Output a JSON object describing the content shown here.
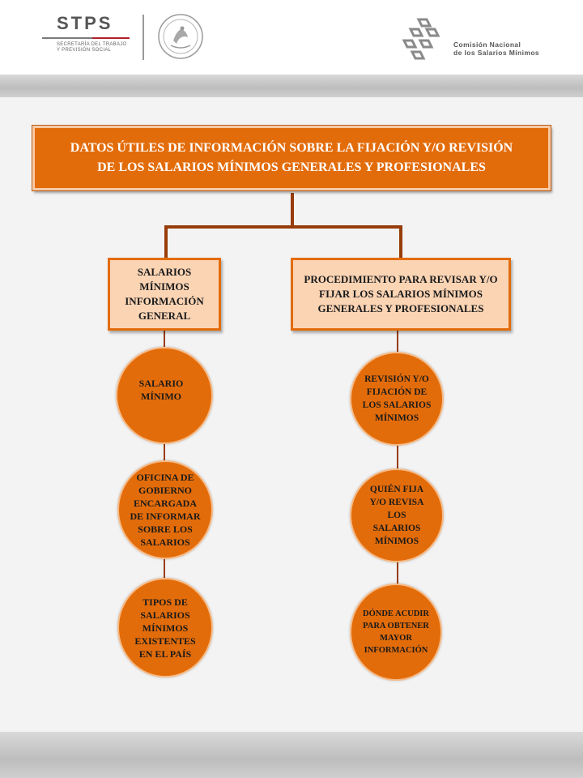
{
  "header": {
    "stps_title": "STPS",
    "stps_subtitle": "SECRETARÍA DEL TRABAJO\nY PREVISIÓN SOCIAL",
    "cnsm_name": "Comisión Nacional\nde los Salarios Mínimos"
  },
  "diagram": {
    "root": "DATOS ÚTILES DE INFORMACIÓN SOBRE LA FIJACIÓN Y/O REVISIÓN DE LOS SALARIOS MÍNIMOS GENERALES Y PROFESIONALES",
    "left_branch": {
      "title": "SALARIOS MÍNIMOS INFORMACIÓN GENERAL",
      "items": [
        "SALARIO MÍNIMO",
        "OFICINA DE GOBIERNO ENCARGADA DE INFORMAR SOBRE LOS SALARIOS",
        "TIPOS DE SALARIOS MÍNIMOS EXISTENTES EN EL PAÍS"
      ]
    },
    "right_branch": {
      "title": "PROCEDIMIENTO PARA REVISAR Y/O FIJAR LOS SALARIOS MÍNIMOS GENERALES Y PROFESIONALES",
      "items": [
        "REVISIÓN Y/O FIJACIÓN DE LOS SALARIOS MÍNIMOS",
        "QUIÉN FIJA Y/O REVISA LOS SALARIOS MÍNIMOS",
        "DÓNDE ACUDIR PARA OBTENER MAYOR INFORMACIÓN"
      ]
    }
  },
  "colors": {
    "root_fill": "#e36c0a",
    "branch_fill": "#fbd4b4",
    "connector": "#973c0b",
    "stps_red": "#b11f2c"
  }
}
